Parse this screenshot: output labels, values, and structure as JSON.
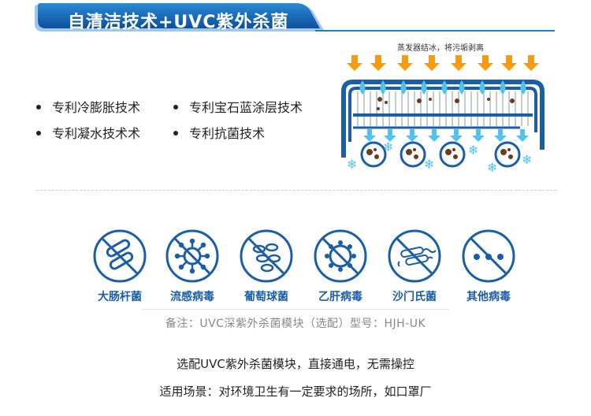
{
  "banner": {
    "title": "自清洁技术+UVC紫外杀菌"
  },
  "features": [
    "专利冷膨胀技术",
    "专利宝石蓝涂层技术",
    "专利凝水技术术",
    "专利抗菌技术"
  ],
  "diagram": {
    "caption": "蒸发器结冰，将污垢剥离"
  },
  "germs": [
    {
      "label": "大肠杆菌",
      "icon": "e-coli-icon"
    },
    {
      "label": "流感病毒",
      "icon": "influenza-virus-icon"
    },
    {
      "label": "葡萄球菌",
      "icon": "staphylococcus-icon"
    },
    {
      "label": "乙肝病毒",
      "icon": "hepatitis-b-virus-icon"
    },
    {
      "label": "沙门氏菌",
      "icon": "salmonella-icon"
    },
    {
      "label": "其他病毒",
      "icon": "other-virus-icon"
    }
  ],
  "note": "备注：UVC深紫外杀菌模块（选配）型号：HJH-UK",
  "description": {
    "line1": "选配UVC紫外杀菌模块，直接通电，无需操控",
    "line2": "适用场景：对环境卫生有一定要求的场所，如口罩厂"
  },
  "colors": {
    "brand_blue": "#1a5ea8",
    "accent_blue": "#1d7bc0",
    "arrow_orange": "#f39c12",
    "ice_blue": "#52c2ec"
  }
}
